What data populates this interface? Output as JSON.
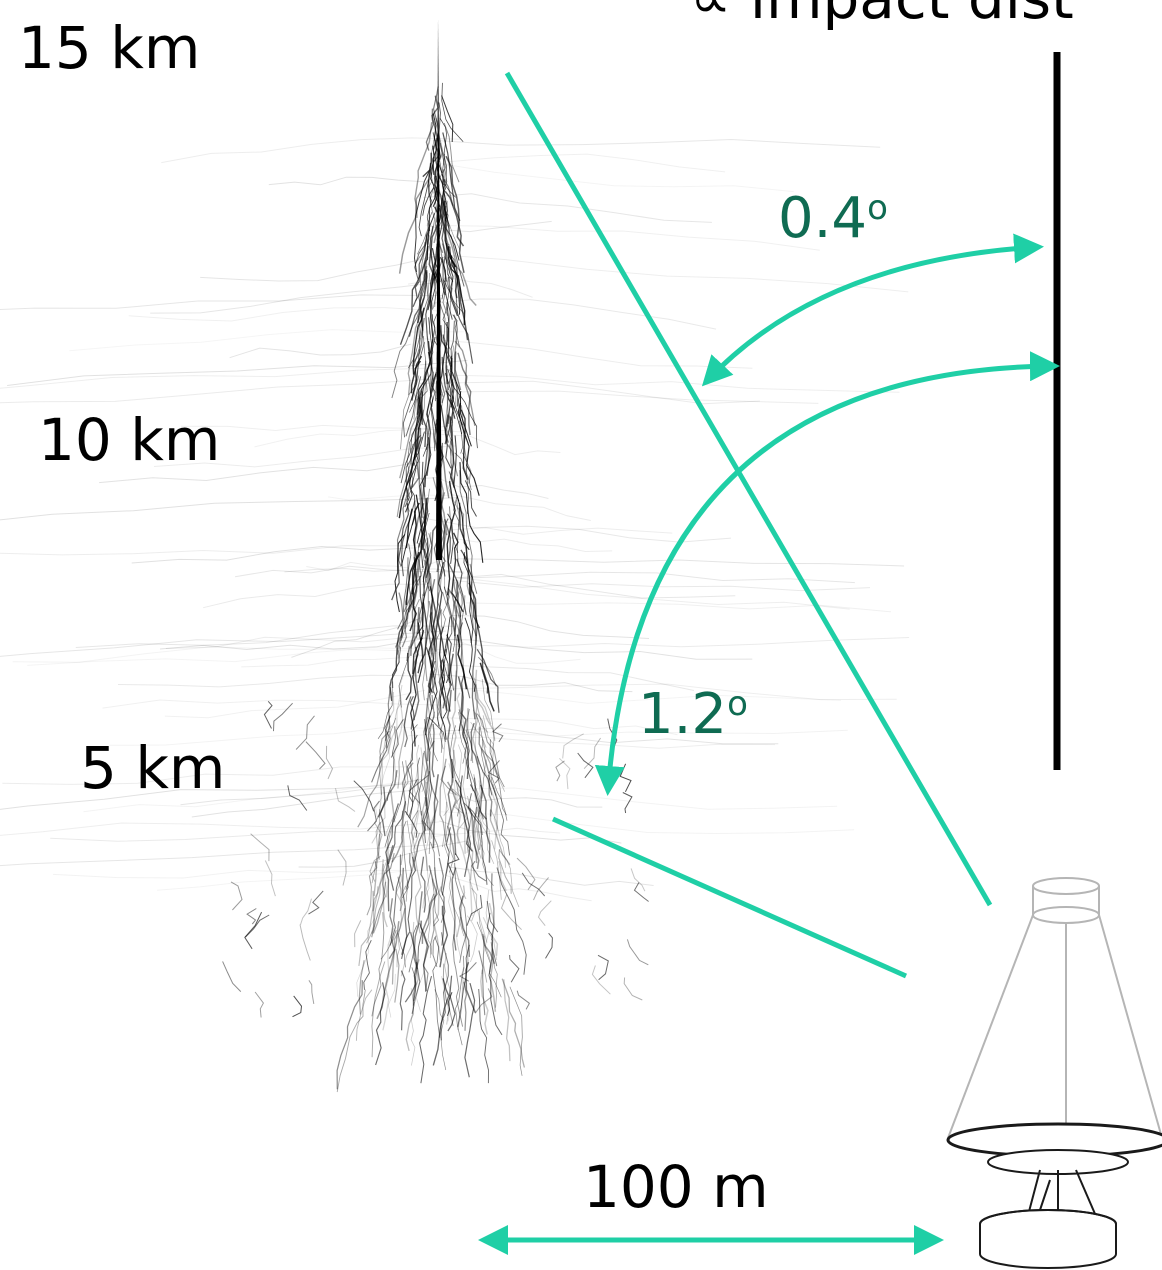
{
  "diagram": {
    "top_caption": "∝ impact dist",
    "altitude_labels": [
      "15 km",
      "10 km",
      "5 km"
    ],
    "angle_small": "0.4",
    "angle_large": "1.2",
    "degree_symbol": "o",
    "distance_label": "100 m",
    "colors": {
      "accent_line": "#1fcfa6",
      "angle_text": "#0f6b52",
      "shower": "#000000",
      "telescope": "#b5b5b5",
      "text": "#000000"
    },
    "icons": [
      "air-shower-illustration",
      "telescope-icon"
    ]
  }
}
